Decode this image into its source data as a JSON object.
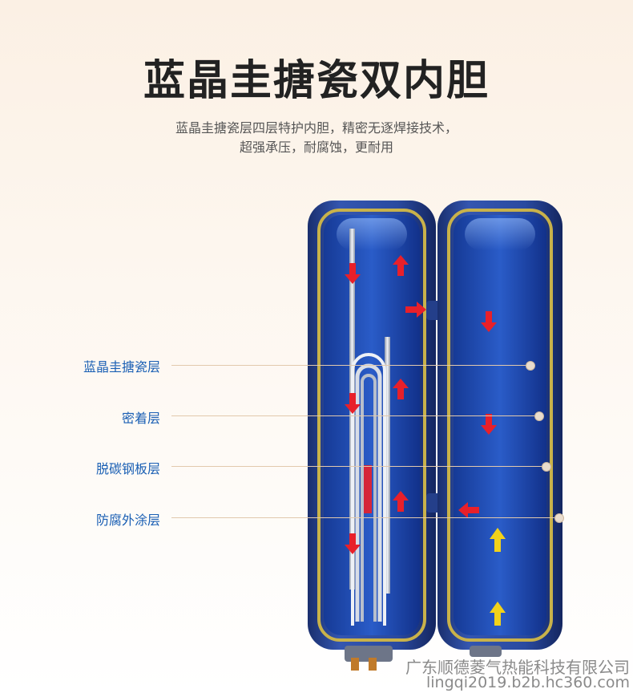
{
  "title": "蓝晶圭搪瓷双内胆",
  "subtitle_line1": "蓝晶圭搪瓷层四层特护内胆，精密无逐焊接技术，",
  "subtitle_line2": "超强承压，耐腐蚀，更耐用",
  "layers": [
    "蓝晶圭搪瓷层",
    "密着层",
    "脱碳钢板层",
    "防腐外涂层"
  ],
  "watermark": {
    "company": "广东顺德菱气热能科技有限公司",
    "site": "lingqi2019.b2b.hc360.com"
  },
  "colors": {
    "label": "#1a5fb4",
    "tank_shell": "#2b4a9a",
    "tank_inner": "#1d3f9e",
    "gold_layer": "#c9b24a",
    "arrow_red": "#e8202a",
    "arrow_yellow": "#f2d21a"
  }
}
